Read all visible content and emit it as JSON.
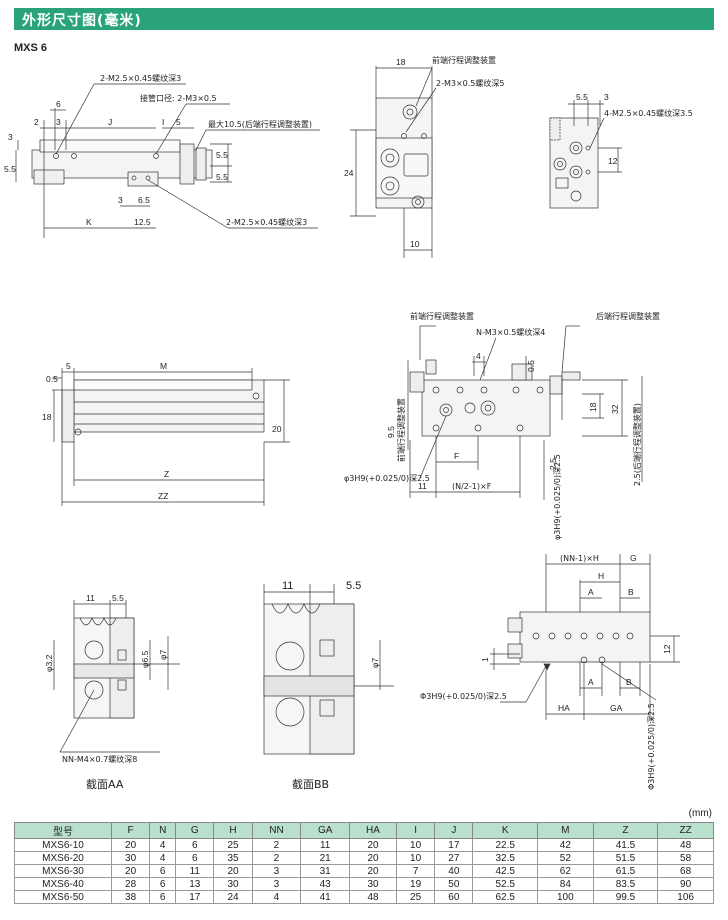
{
  "header": {
    "title": "外形尺寸图(毫米)"
  },
  "model": "MXS 6",
  "view_top_left": {
    "labels": {
      "tap_top": "2-M2.5×0.45螺纹深3",
      "port": "接管口径: 2-M3×0.5",
      "max_stroke": "最大10.5(后端行程调整装置)",
      "tap_bottom": "2-M2.5×0.45螺纹深3"
    },
    "dims": {
      "d6": "6",
      "d2": "2",
      "d3": "3",
      "dJ": "J",
      "dI": "I",
      "d5": "5",
      "v3": "3",
      "v55": "5.5",
      "r55a": "5.5",
      "r55b": "5.5",
      "b3": "3",
      "b65": "6.5",
      "dK": "K",
      "d125": "12.5"
    }
  },
  "view_top_middle": {
    "labels": {
      "front_adj": "前端行程调整装置",
      "tap": "2-M3×0.5螺纹深5"
    },
    "dims": {
      "d18": "18",
      "d24": "24",
      "d10": "10"
    }
  },
  "view_top_right": {
    "labels": {
      "tap": "4-M2.5×0.45螺纹深3.5"
    },
    "dims": {
      "d55": "5.5",
      "d3": "3",
      "d12": "12"
    }
  },
  "view_mid_left": {
    "dims": {
      "d05": "0.5",
      "d5": "5",
      "dM": "M",
      "d18": "18",
      "d20": "20",
      "dZ": "Z",
      "dZZ": "ZZ"
    }
  },
  "view_mid_right": {
    "labels": {
      "front_adj": "前端行程调整装置",
      "rear_adj": "后端行程调整装置",
      "tap": "N-M3×0.5螺纹深4",
      "front_vertical": "前端行程调整装置",
      "rear_vertical": "2.5(后端行程调整装置)",
      "hole": "φ3H9(+0.025/0)深2.5",
      "hole_vertical": "φ3H9(+0.025/0)深2.5",
      "formula": "(N/2-1)×F"
    },
    "dims": {
      "d4": "4",
      "d05": "0.5",
      "d18": "18",
      "d32": "32",
      "d95": "9.5",
      "dF": "F",
      "d11": "11",
      "d25": "2.5"
    }
  },
  "section_aa": {
    "caption": "截面AA",
    "labels": {
      "tap": "NN-M4×0.7螺纹深8"
    },
    "dims": {
      "d11": "11",
      "d55": "5.5",
      "d32": "φ3.2",
      "d65": "φ6.5",
      "d7": "φ7"
    }
  },
  "section_bb": {
    "caption": "截面BB",
    "dims": {
      "d11": "11",
      "d55": "5.5",
      "d7": "φ7"
    }
  },
  "view_bottom_right": {
    "labels": {
      "formula": "(NN-1)×H",
      "hole": "Φ3H9(+0.025/0)深2.5",
      "hole_vertical": "Φ3H9(+0.025/0)深2.5"
    },
    "dims": {
      "dG": "G",
      "dH": "H",
      "dA": "A",
      "dB": "B",
      "d12": "12",
      "d1": "1",
      "dA2": "A",
      "dB2": "B",
      "dHA": "HA",
      "dGA": "GA"
    }
  },
  "unit": "(mm)",
  "table": {
    "columns": [
      "型号",
      "F",
      "N",
      "G",
      "H",
      "NN",
      "GA",
      "HA",
      "I",
      "J",
      "K",
      "M",
      "Z",
      "ZZ"
    ],
    "rows": [
      [
        "MXS6-10",
        "20",
        "4",
        "6",
        "25",
        "2",
        "11",
        "20",
        "10",
        "17",
        "22.5",
        "42",
        "41.5",
        "48"
      ],
      [
        "MXS6-20",
        "30",
        "4",
        "6",
        "35",
        "2",
        "21",
        "20",
        "10",
        "27",
        "32.5",
        "52",
        "51.5",
        "58"
      ],
      [
        "MXS6-30",
        "20",
        "6",
        "11",
        "20",
        "3",
        "31",
        "20",
        "7",
        "40",
        "42.5",
        "62",
        "61.5",
        "68"
      ],
      [
        "MXS6-40",
        "28",
        "6",
        "13",
        "30",
        "3",
        "43",
        "30",
        "19",
        "50",
        "52.5",
        "84",
        "83.5",
        "90"
      ],
      [
        "MXS6-50",
        "38",
        "6",
        "17",
        "24",
        "4",
        "41",
        "48",
        "25",
        "60",
        "62.5",
        "100",
        "99.5",
        "106"
      ]
    ]
  }
}
